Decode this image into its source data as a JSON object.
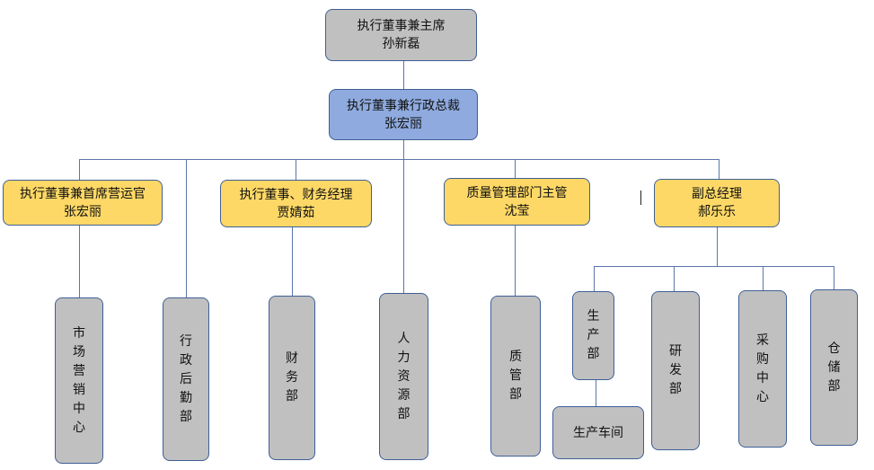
{
  "org_chart": {
    "chairman": {
      "title": "执行董事兼主席",
      "name": "孙新磊"
    },
    "president": {
      "title": "执行董事兼行政总裁",
      "name": "张宏丽"
    },
    "executives": [
      {
        "title": "执行董事兼首席营运官",
        "name": "张宏丽"
      },
      {
        "title": "执行董事、财务经理",
        "name": "贾婧茹"
      },
      {
        "title": "质量管理部门主管",
        "name": "沈莹"
      },
      {
        "title": "副总经理",
        "name": "郝乐乐"
      }
    ],
    "departments": [
      {
        "name": "市场营销中心",
        "chars": [
          "市",
          "场",
          "营",
          "销",
          "中",
          "心"
        ]
      },
      {
        "name": "行政后勤部",
        "chars": [
          "行",
          "政",
          "后",
          "勤",
          "部"
        ]
      },
      {
        "name": "财务部",
        "chars": [
          "财",
          "务",
          "部"
        ]
      },
      {
        "name": "人力资源部",
        "chars": [
          "人",
          "力",
          "资",
          "源",
          "部"
        ]
      },
      {
        "name": "质管部",
        "chars": [
          "质",
          "管",
          "部"
        ]
      },
      {
        "name": "生产部",
        "chars": [
          "生",
          "产",
          "部"
        ]
      },
      {
        "name": "研发部",
        "chars": [
          "研",
          "发",
          "部"
        ]
      },
      {
        "name": "采购中心",
        "chars": [
          "采",
          "购",
          "中",
          "心"
        ]
      },
      {
        "name": "仓储部",
        "chars": [
          "仓",
          "储",
          "部"
        ]
      }
    ],
    "sub_department": {
      "name": "生产车间"
    }
  },
  "colors": {
    "top": "#c0c0c0",
    "president": "#8eaade",
    "executive": "#fdd866",
    "department": "#c0c0c0",
    "connector": "#5a76a8"
  }
}
